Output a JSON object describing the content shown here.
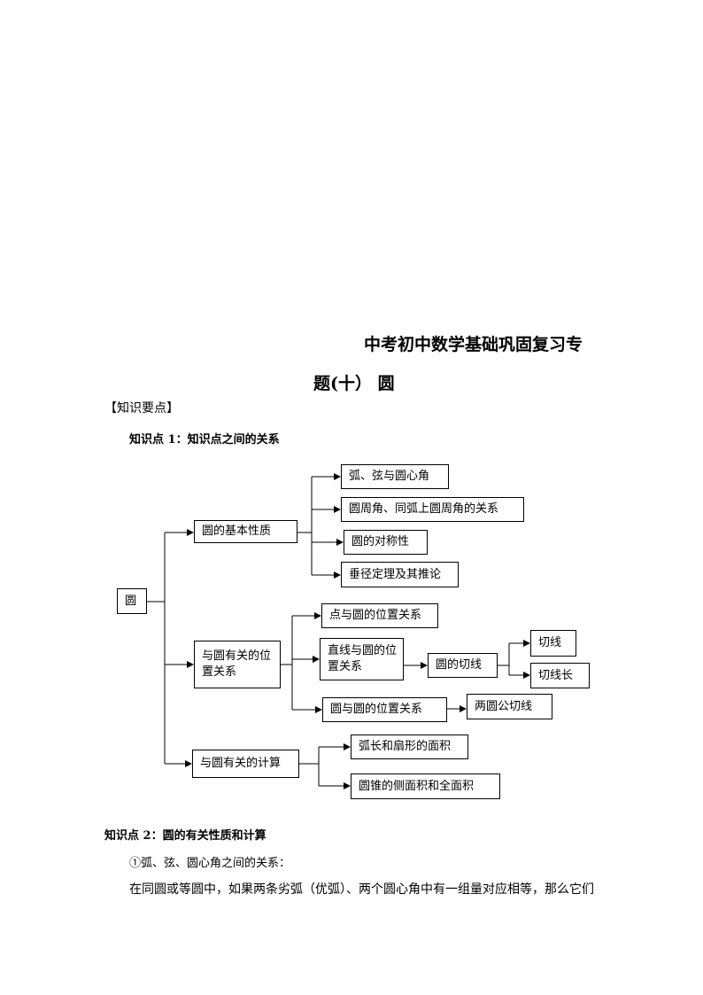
{
  "title_line1": "中考初中数学基础巩固复习专",
  "title_line2": "题(十） 圆",
  "section": "【知识要点】",
  "kp1": "知识点 1：知识点之间的关系",
  "diagram": {
    "root": "圆",
    "basic": "圆的基本性质",
    "basic_items": [
      "弧、弦与圆心角",
      "圆周角、同弧上圆周角的关系",
      "圆的对称性",
      "垂径定理及其推论"
    ],
    "position": "与圆有关的位置关系",
    "point_circle": "点与圆的位置关系",
    "line_circle": "直线与圆的位置关系",
    "tangent": "圆的切线",
    "tangent_line": "切线",
    "tangent_length": "切线长",
    "circle_circle": "圆与圆的位置关系",
    "common_tangent": "两圆公切线",
    "calc": "与圆有关的计算",
    "calc_items": [
      "弧长和扇形的面积",
      "圆锥的侧面积和全面积"
    ]
  },
  "kp2": "知识点 2：圆的有关性质和计算",
  "item1": "①弧、弦、圆心角之间的关系：",
  "para1": "在同圆或等圆中，如果两条劣弧（优弧）、两个圆心角中有一组量对应相等，那么它们"
}
